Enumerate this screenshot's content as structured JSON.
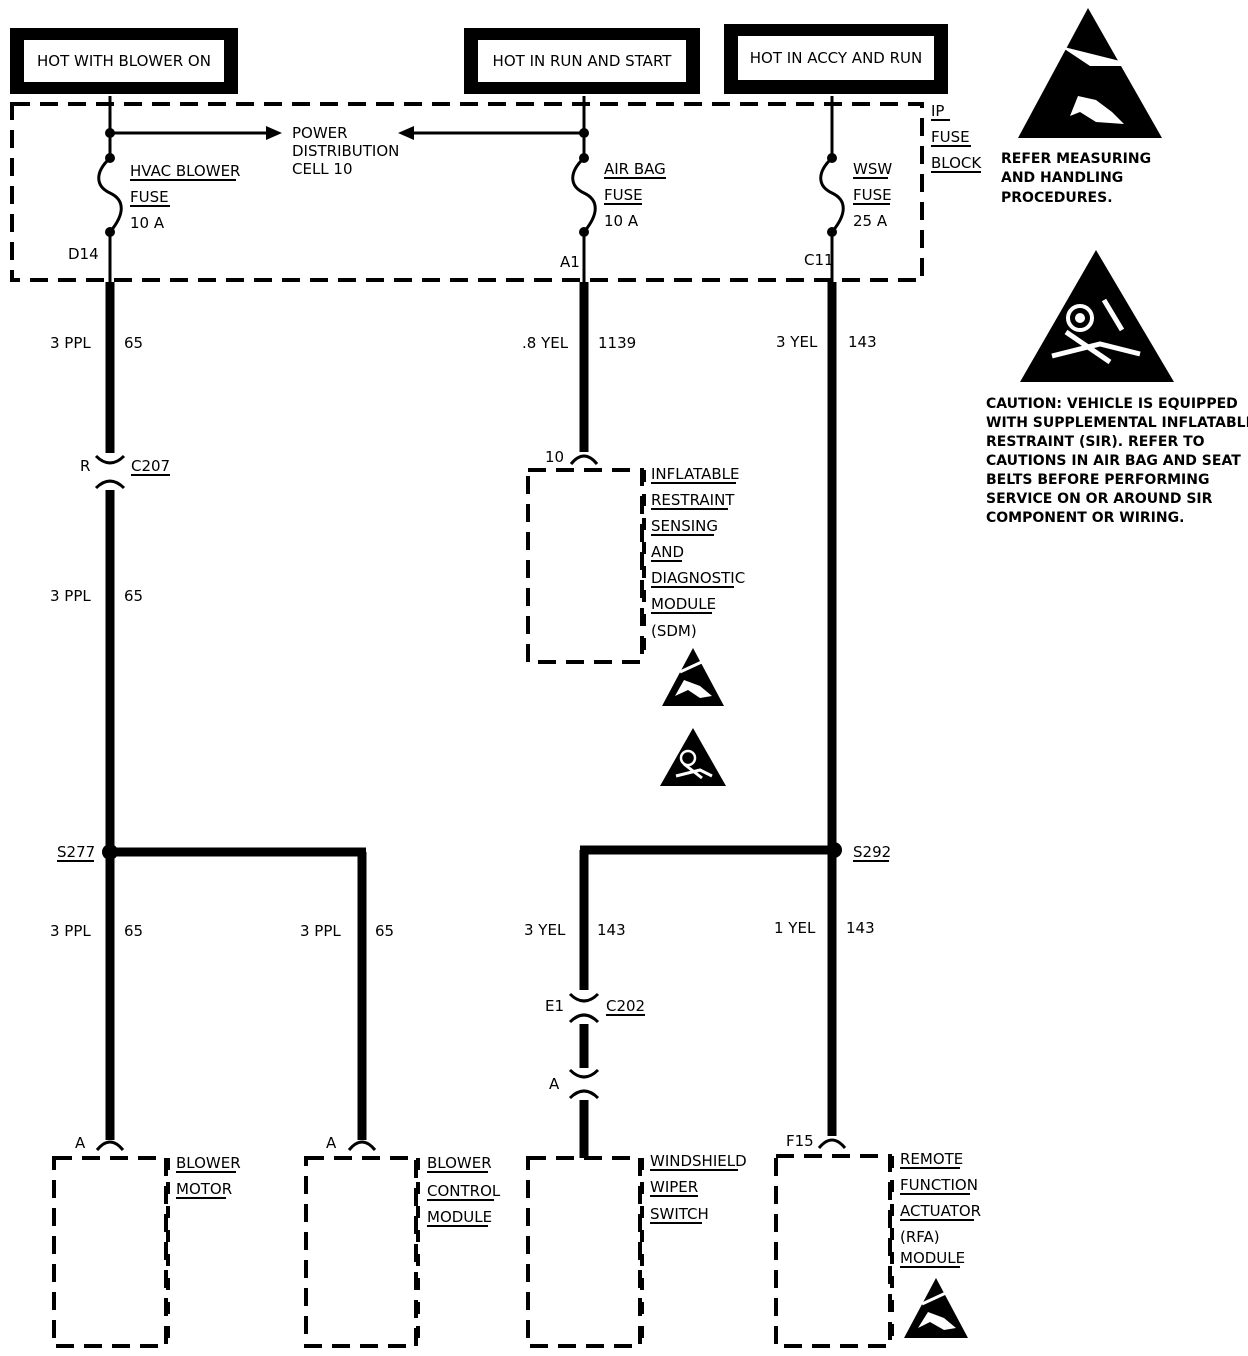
{
  "power_sources": {
    "blower": "HOT WITH BLOWER ON",
    "run_start": "HOT IN RUN AND START",
    "accy_run": "HOT IN ACCY AND RUN"
  },
  "fuse_block": {
    "label": [
      "IP",
      "FUSE",
      "BLOCK"
    ],
    "power_distribution": [
      "POWER",
      "DISTRIBUTION",
      "CELL 10"
    ],
    "fuses": [
      {
        "name": [
          "HVAC BLOWER",
          "FUSE"
        ],
        "rating": "10 A",
        "terminal": "D14"
      },
      {
        "name": [
          "AIR BAG",
          "FUSE"
        ],
        "rating": "10 A",
        "terminal": "A1"
      },
      {
        "name": [
          "WSW",
          "FUSE"
        ],
        "rating": "25 A",
        "terminal": "C11"
      }
    ]
  },
  "wires": {
    "hvac_top": {
      "gauge": "3 PPL",
      "circuit": "65"
    },
    "hvac_mid": {
      "gauge": "3 PPL",
      "circuit": "65"
    },
    "blower_motor": {
      "gauge": "3 PPL",
      "circuit": "65"
    },
    "blower_ctrl": {
      "gauge": "3 PPL",
      "circuit": "65"
    },
    "airbag": {
      "gauge": ".8 YEL",
      "circuit": "1139"
    },
    "wsw_top": {
      "gauge": "3 YEL",
      "circuit": "143"
    },
    "wiper": {
      "gauge": "3 YEL",
      "circuit": "143"
    },
    "rfa": {
      "gauge": "1 YEL",
      "circuit": "143"
    }
  },
  "connectors": {
    "c207": {
      "pin": "R",
      "name": "C207"
    },
    "c202": {
      "pin": "E1",
      "name": "C202"
    },
    "wiper_in": {
      "pin": "A"
    },
    "sdm_in": {
      "pin": "10"
    },
    "blower_motor_in": {
      "pin": "A"
    },
    "blower_ctrl_in": {
      "pin": "A"
    },
    "rfa_in": {
      "pin": "F15"
    }
  },
  "splices": {
    "s277": "S277",
    "s292": "S292"
  },
  "components": {
    "sdm": [
      "INFLATABLE",
      "RESTRAINT",
      "SENSING",
      "AND",
      "DIAGNOSTIC",
      "MODULE",
      "(SDM)"
    ],
    "blower_motor": [
      "BLOWER",
      "MOTOR"
    ],
    "blower_control": [
      "BLOWER",
      "CONTROL",
      "MODULE"
    ],
    "wiper_switch": [
      "WINDSHIELD",
      "WIPER",
      "SWITCH"
    ],
    "rfa": [
      "REMOTE",
      "FUNCTION",
      "ACTUATOR",
      "(RFA)",
      "MODULE"
    ]
  },
  "notes": {
    "esd": [
      "REFER MEASURING",
      "AND HANDLING",
      "PROCEDURES."
    ],
    "sir": [
      "CAUTION: VEHICLE IS EQUIPPED",
      "WITH SUPPLEMENTAL INFLATABLE",
      "RESTRAINT (SIR). REFER TO",
      "CAUTIONS IN AIR BAG AND SEAT",
      " BELTS BEFORE PERFORMING",
      "SERVICE ON OR AROUND SIR",
      "COMPONENT OR WIRING."
    ]
  },
  "icons": [
    "esd-warning-icon",
    "airbag-warning-icon"
  ]
}
